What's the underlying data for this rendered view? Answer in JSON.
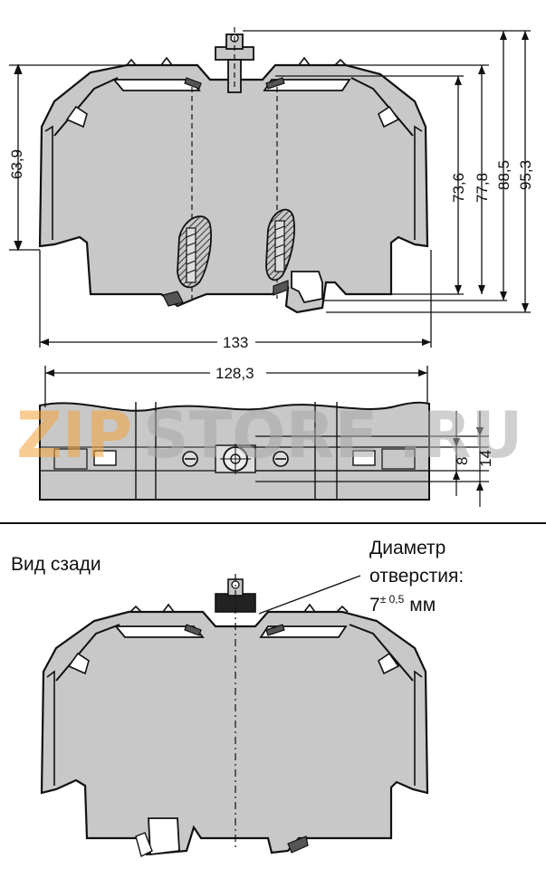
{
  "dimensions": {
    "d63_9": "63,9",
    "d73_6": "73,6",
    "d77_8": "77,8",
    "d88_5": "88,5",
    "d95_3": "95,3",
    "d133": "133",
    "d128_3": "128,3",
    "d8": "8",
    "d14": "14"
  },
  "watermark": {
    "part1": "ZIP",
    "part2": "STORE",
    "part3": ".RU"
  },
  "rear_view": {
    "label": "Вид сзади"
  },
  "hole_note": {
    "line1": "Диаметр",
    "line2": "отверстия:",
    "value": "7",
    "tolerance": "± 0,5",
    "unit": "мм"
  },
  "colors": {
    "body_fill": "#c8c8c8",
    "outline": "#111111",
    "watermark_orange": "#f2a33a",
    "watermark_gray": "#b9b9b9"
  }
}
